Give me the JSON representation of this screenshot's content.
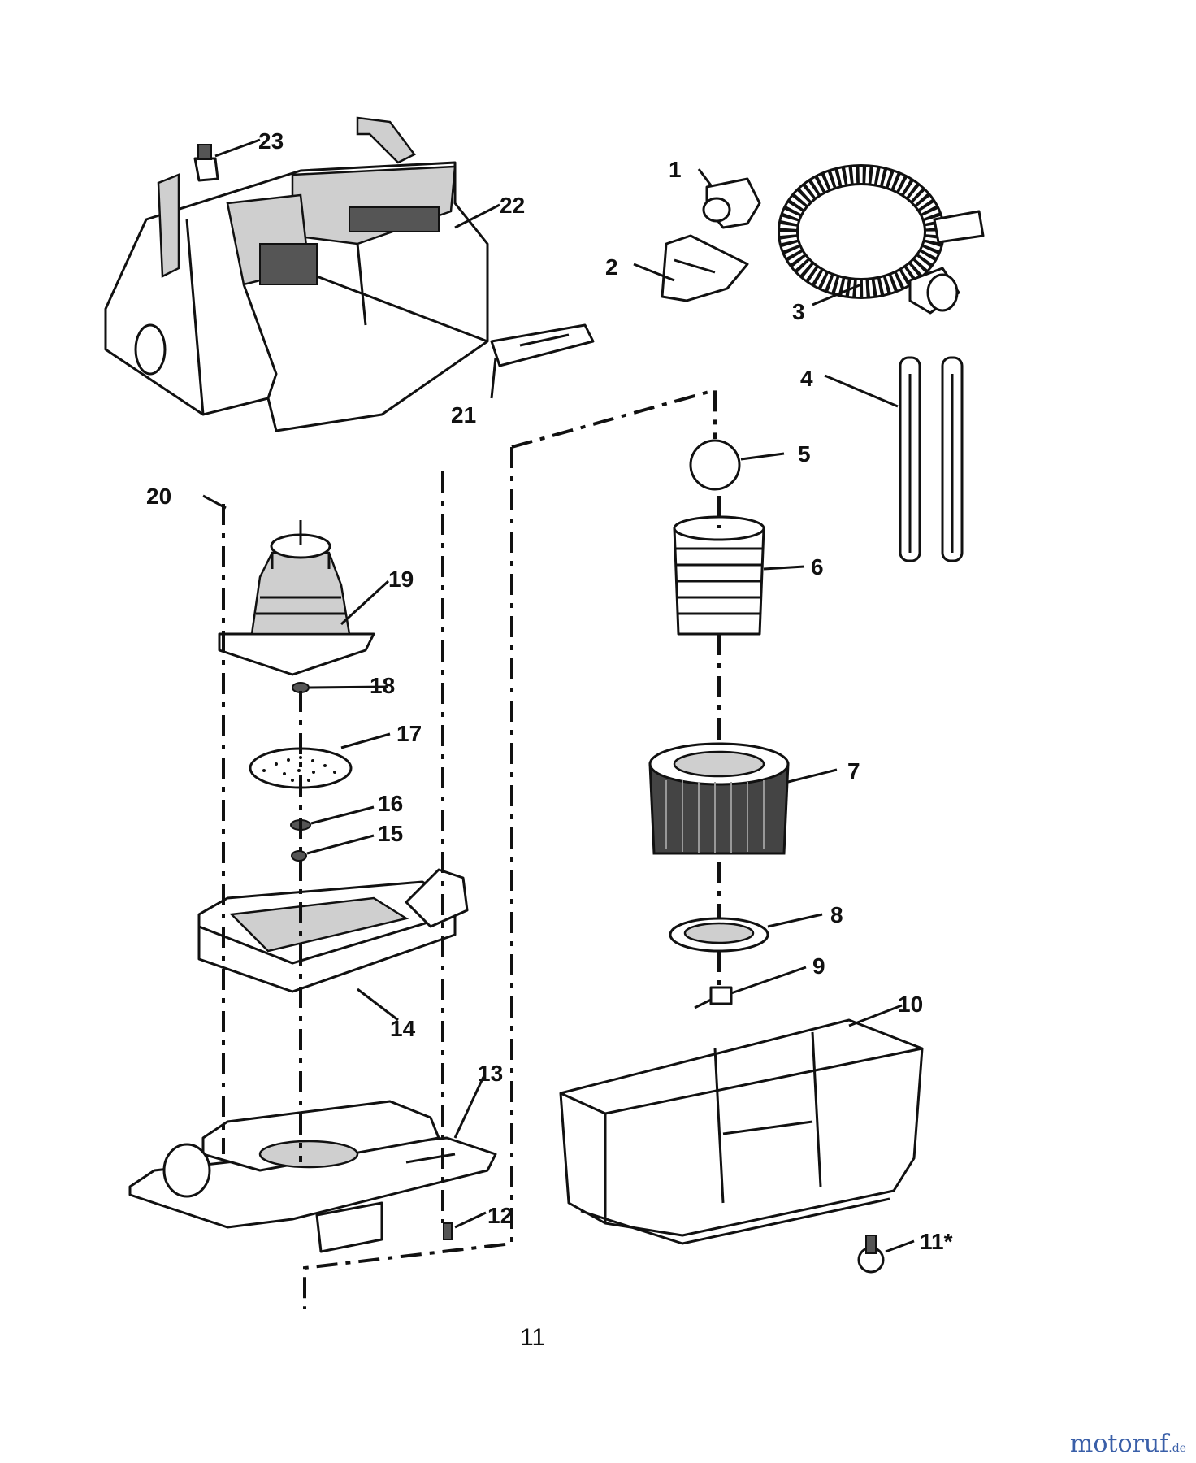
{
  "callouts": {
    "p1": "1",
    "p2": "2",
    "p3": "3",
    "p4": "4",
    "p5": "5",
    "p6": "6",
    "p7": "7",
    "p8": "8",
    "p9": "9",
    "p10": "10",
    "p11": "11*",
    "p12": "12",
    "p13": "13",
    "p14": "14",
    "p15": "15",
    "p16": "16",
    "p17": "17",
    "p18": "18",
    "p19": "19",
    "p20": "20",
    "p21": "21",
    "p22": "22",
    "p23": "23"
  },
  "figure_number": "11",
  "watermark": {
    "text": "motoruf",
    "suffix": ".de"
  }
}
